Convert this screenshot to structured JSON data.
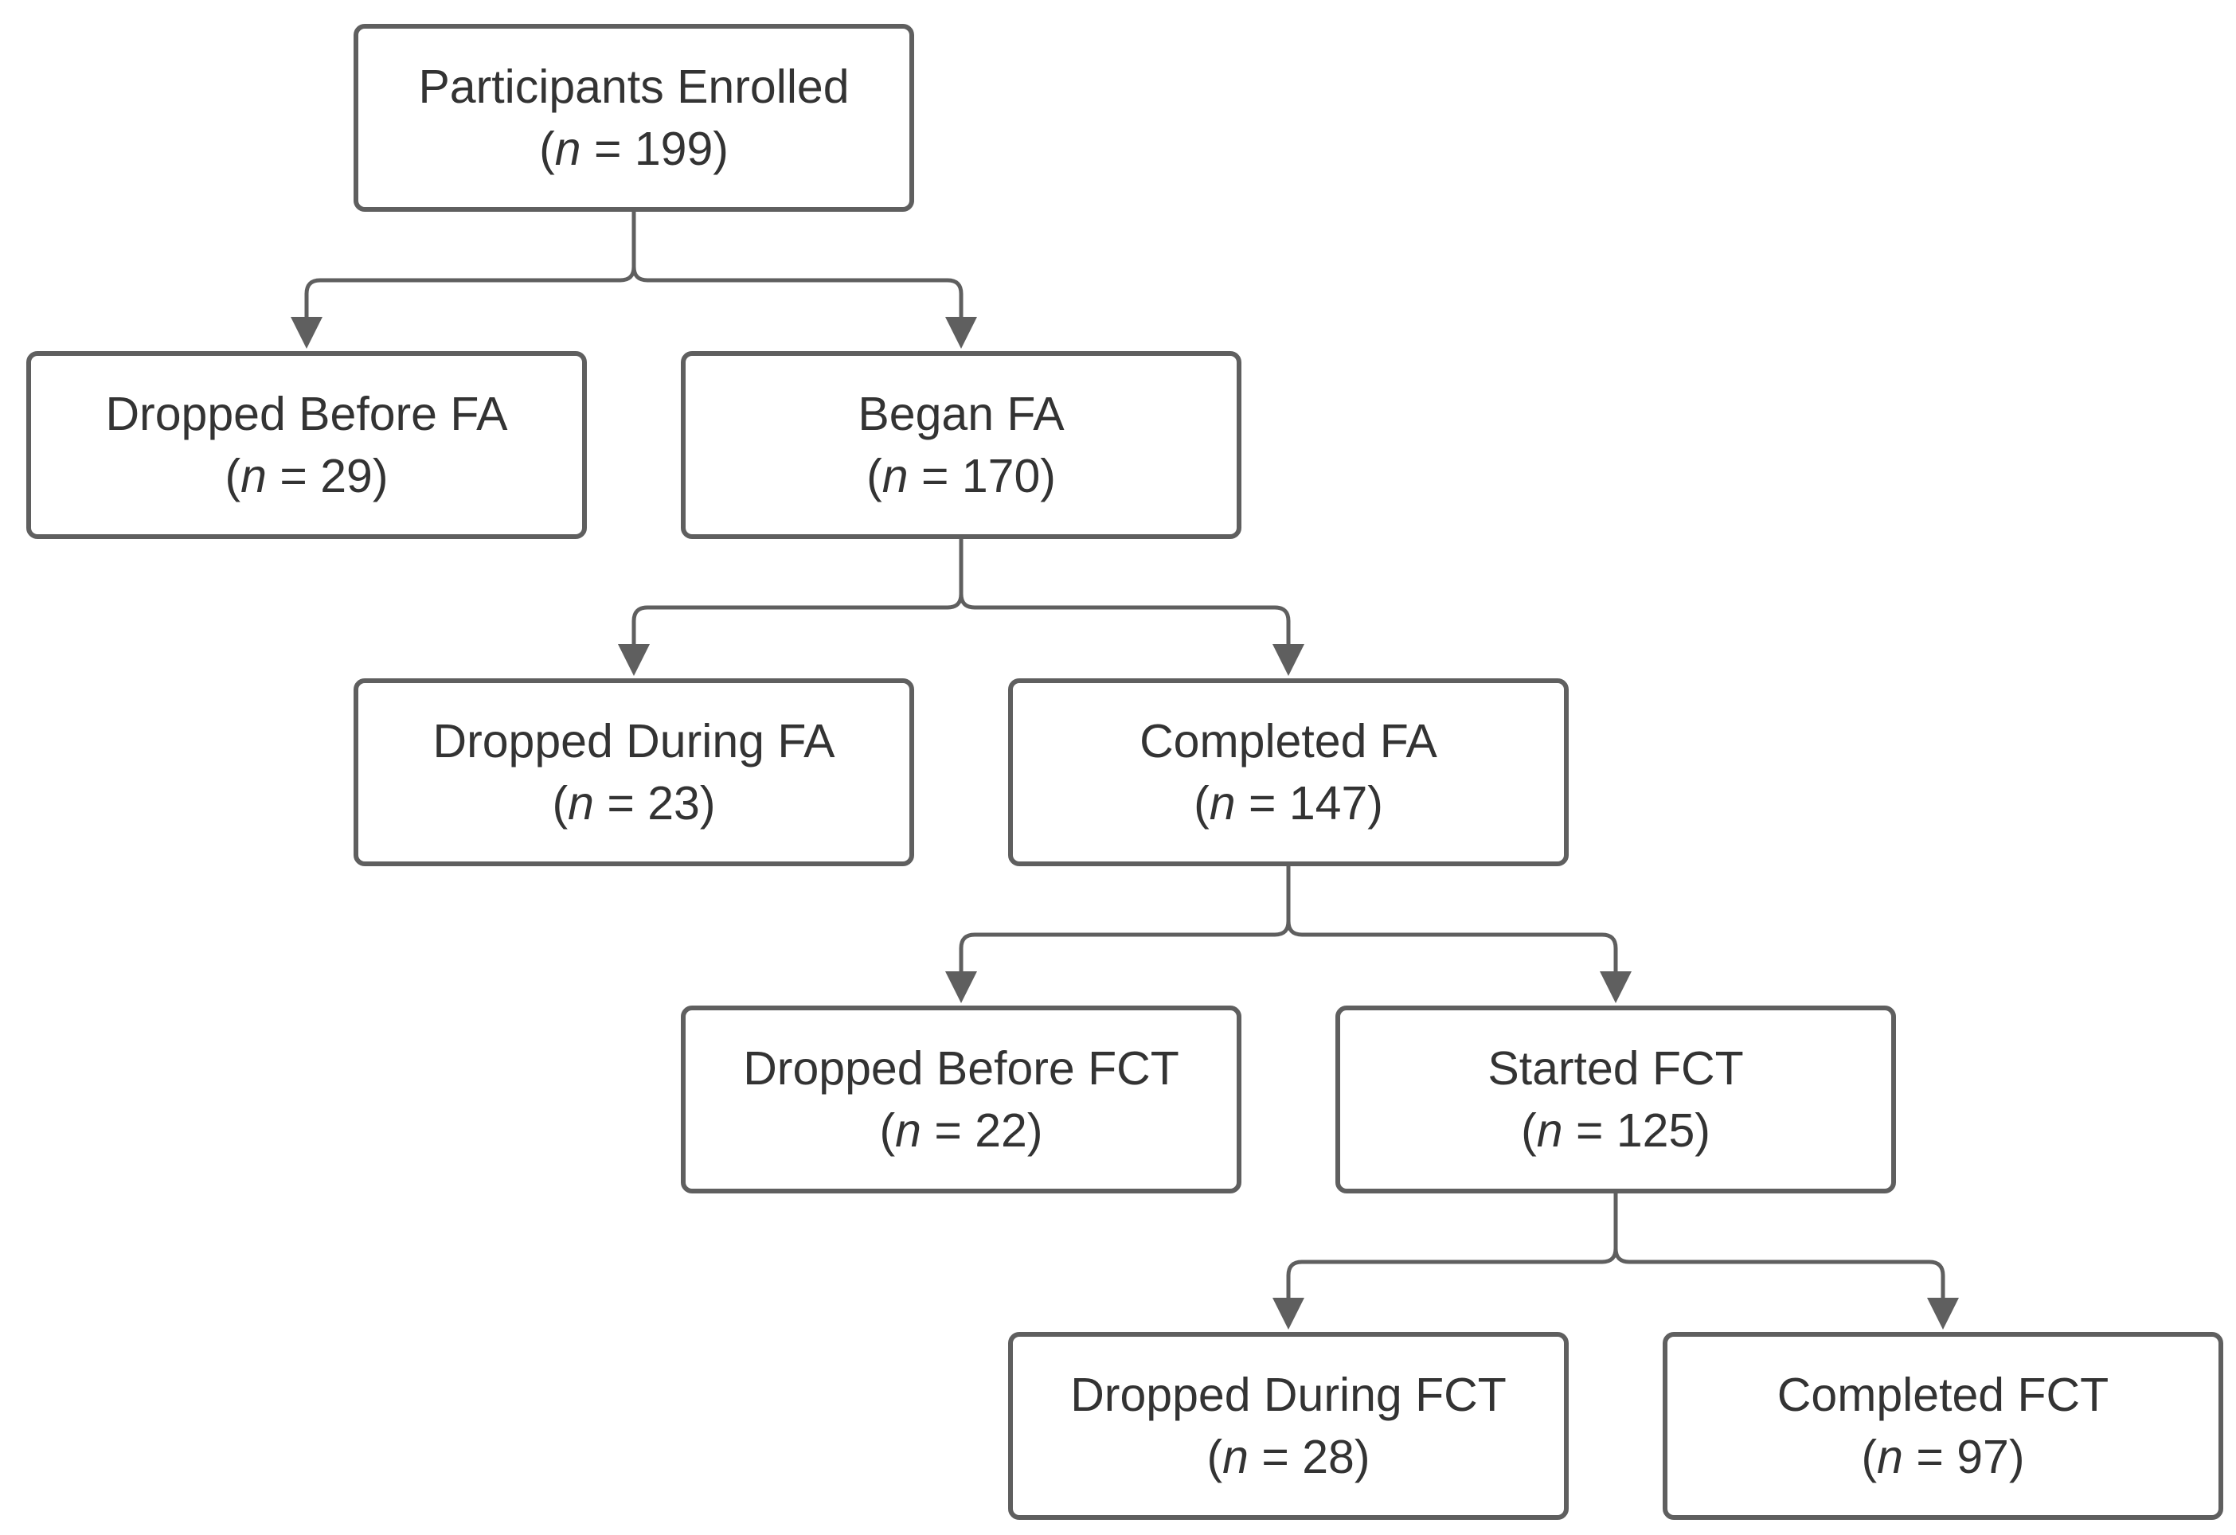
{
  "colors": {
    "line": "#5f5f5f",
    "text": "#333333",
    "background": "#ffffff"
  },
  "n_symbol": "n",
  "nodes": {
    "enrolled": {
      "label": "Participants Enrolled",
      "n_text": " = 199)"
    },
    "dropped_bfa": {
      "label": "Dropped Before FA",
      "n_text": " = 29)"
    },
    "began_fa": {
      "label": "Began FA",
      "n_text": " = 170)"
    },
    "dropped_dfa": {
      "label": "Dropped During FA",
      "n_text": " = 23)"
    },
    "completed_fa": {
      "label": "Completed FA",
      "n_text": " = 147)"
    },
    "dropped_bfct": {
      "label": "Dropped Before FCT",
      "n_text": " = 22)"
    },
    "started_fct": {
      "label": "Started FCT",
      "n_text": " = 125)"
    },
    "dropped_dfct": {
      "label": "Dropped During FCT",
      "n_text": " = 28)"
    },
    "completed_fct": {
      "label": "Completed FCT",
      "n_text": " = 97)"
    }
  },
  "edges": [
    {
      "from": "enrolled",
      "to": [
        "dropped_bfa",
        "began_fa"
      ]
    },
    {
      "from": "began_fa",
      "to": [
        "dropped_dfa",
        "completed_fa"
      ]
    },
    {
      "from": "completed_fa",
      "to": [
        "dropped_bfct",
        "started_fct"
      ]
    },
    {
      "from": "started_fct",
      "to": [
        "dropped_dfct",
        "completed_fct"
      ]
    }
  ]
}
